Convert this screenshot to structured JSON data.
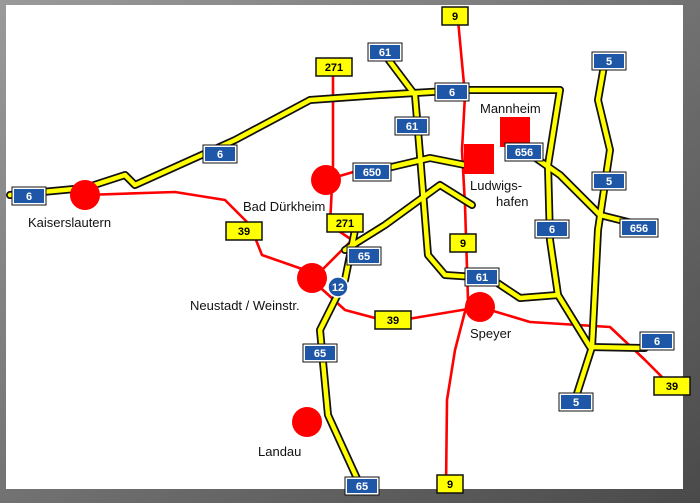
{
  "colors": {
    "motorway_fill": "#ffff00",
    "motorway_outline": "#111111",
    "road_red": "#ff0000",
    "city_marker": "#ff0000",
    "autobahn_shield_bg": "#1f57a8",
    "autobahn_shield_text": "#ffffff",
    "bundesstrasse_shield_bg": "#ffff00",
    "bundesstrasse_shield_text": "#000000",
    "frame_shadow": "#6b6b6b",
    "map_background": "#ffffff"
  },
  "cities": {
    "kaiserslautern": "Kaiserslautern",
    "bad_duerkheim": "Bad Dürkheim",
    "neustadt": "Neustadt / Weinstr.",
    "landau": "Landau",
    "speyer": "Speyer",
    "mannheim": "Mannheim",
    "ludwigshafen_1": "Ludwigs-",
    "ludwigshafen_2": "hafen"
  },
  "shields": {
    "a6": "6",
    "a61": "61",
    "a65": "65",
    "a650": "650",
    "a656": "656",
    "a5": "5",
    "b9": "9",
    "b39": "39",
    "b271": "271",
    "exit_12": "12"
  }
}
